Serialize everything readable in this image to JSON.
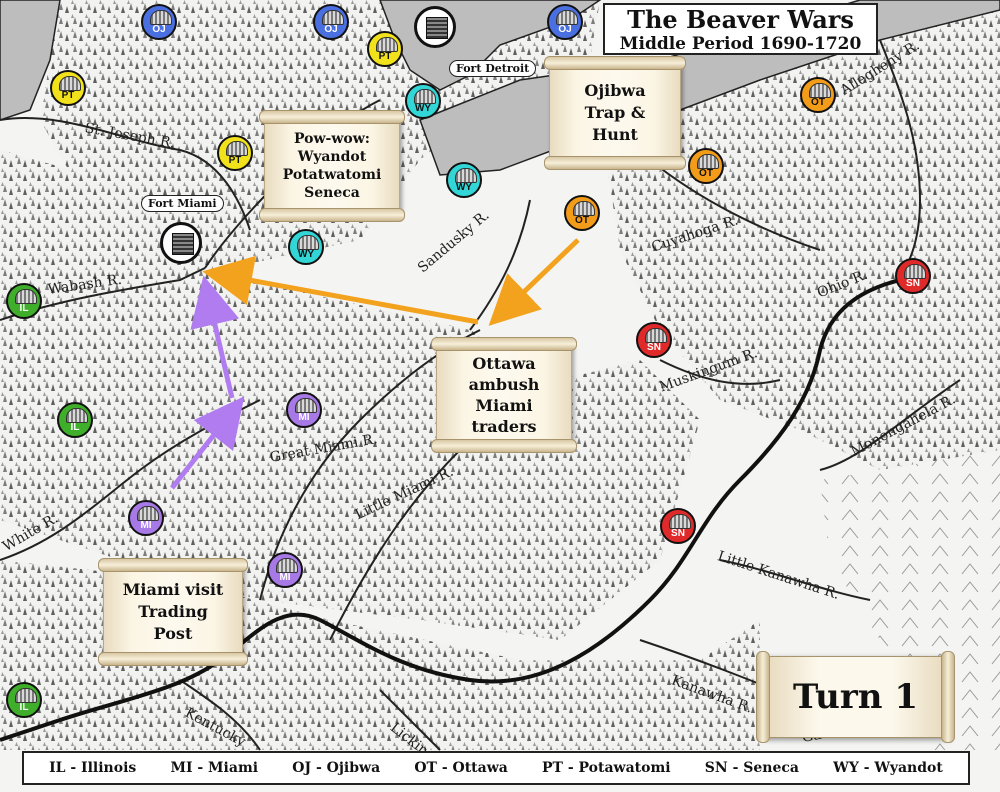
{
  "title": "The Beaver Wars",
  "subtitle": "Middle Period 1690-1720",
  "turn_label": "Turn 1",
  "forts": [
    {
      "id": "fort-detroit",
      "label": "Fort Detroit"
    },
    {
      "id": "fort-miami",
      "label": "Fort Miami"
    }
  ],
  "event_scrolls": [
    {
      "id": "pow-wow",
      "text": "Pow-wow:\nWyandot\nPotatwatomi\nSeneca"
    },
    {
      "id": "ojibwa-trap-hunt",
      "text": "Ojibwa\nTrap &\nHunt"
    },
    {
      "id": "ottawa-ambush",
      "text": "Ottawa\nambush\nMiami\ntraders"
    },
    {
      "id": "miami-trading-post",
      "text": "Miami visit\nTrading\nPost"
    }
  ],
  "rivers": [
    "St. Joseph R.",
    "Wabash R.",
    "Sandusky R.",
    "Cuyahoga R.",
    "Allegheny R.",
    "Ohio R.",
    "Muskingum R.",
    "Monongahela R.",
    "Great Miami R.",
    "Little Miami R.",
    "White R.",
    "Little Kanawha R.",
    "Kanawha R.",
    "Kentucky",
    "Licking",
    "Ga"
  ],
  "tribes": {
    "IL": {
      "name": "Illinois",
      "color": "#3fae2a"
    },
    "MI": {
      "name": "Miami",
      "color": "#a679e6"
    },
    "OJ": {
      "name": "Ojibwa",
      "color": "#4a6fe0"
    },
    "OT": {
      "name": "Ottawa",
      "color": "#f39c1a"
    },
    "PT": {
      "name": "Potawatomi",
      "color": "#f2e21b"
    },
    "SN": {
      "name": "Seneca",
      "color": "#e02a2a"
    },
    "WY": {
      "name": "Wyandot",
      "color": "#33d6d6"
    }
  },
  "tokens": [
    {
      "code": "OJ"
    },
    {
      "code": "OJ"
    },
    {
      "code": "PT"
    },
    {
      "code": "OJ"
    },
    {
      "code": "PT"
    },
    {
      "code": "WY"
    },
    {
      "code": "PT"
    },
    {
      "code": "WY"
    },
    {
      "code": "WY"
    },
    {
      "code": "OT"
    },
    {
      "code": "OT"
    },
    {
      "code": "OT"
    },
    {
      "code": "IL"
    },
    {
      "code": "SN"
    },
    {
      "code": "SN"
    },
    {
      "code": "IL"
    },
    {
      "code": "MI"
    },
    {
      "code": "MI"
    },
    {
      "code": "SN"
    },
    {
      "code": "MI"
    },
    {
      "code": "IL"
    }
  ],
  "moves": [
    {
      "from": "OT",
      "action": "Ottawa ambush",
      "color": "#f3a21e"
    },
    {
      "from": "MI",
      "action": "Miami to Fort Miami",
      "color": "#b07cf0"
    }
  ],
  "legend": [
    "IL - Illinois",
    "MI - Miami",
    "OJ - Ojibwa",
    "OT - Ottawa",
    "PT - Potawatomi",
    "SN - Seneca",
    "WY - Wyandot"
  ]
}
